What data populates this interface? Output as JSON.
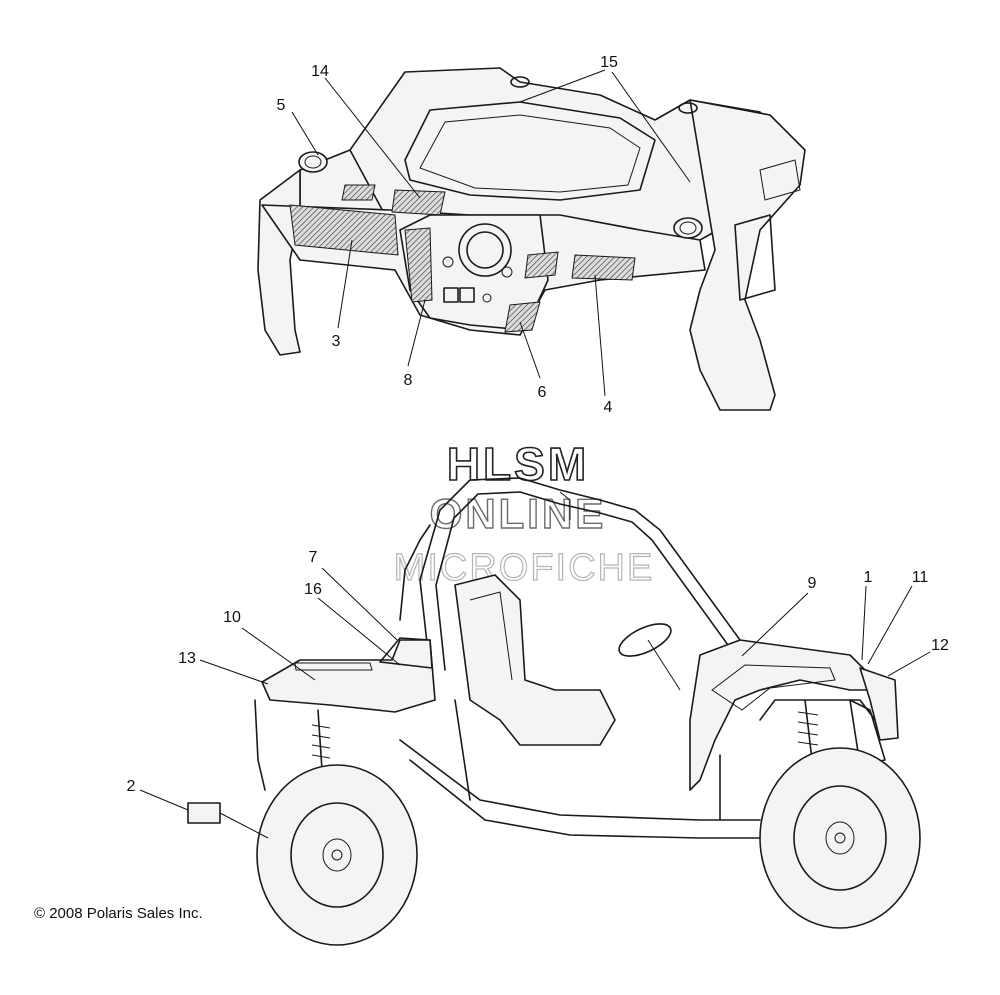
{
  "callouts": {
    "c1": "1",
    "c2": "2",
    "c3": "3",
    "c4": "4",
    "c5": "5",
    "c6": "6",
    "c7": "7",
    "c8": "8",
    "c9": "9",
    "c10": "10",
    "c11": "11",
    "c12": "12",
    "c13": "13",
    "c14": "14",
    "c15": "15",
    "c16": "16"
  },
  "watermark": {
    "line1": "HLSM",
    "line2": "ONLINE",
    "line3": "MICROFICHE"
  },
  "copyright": "© 2008 Polaris Sales Inc."
}
